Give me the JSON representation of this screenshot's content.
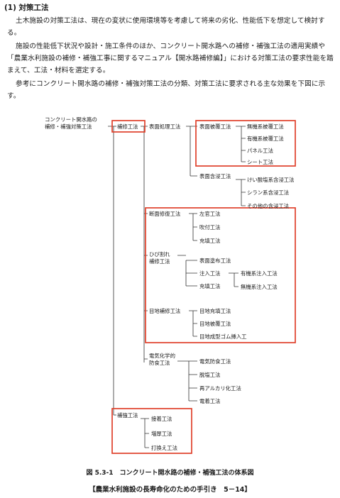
{
  "section": {
    "heading": "(1) 対策工法"
  },
  "paragraphs": [
    "土木施設の対策工法は、現在の変状に使用環境等を考慮して将来の劣化、性能低下を想定して検討する。",
    "施設の性能低下状況や設計・施工条件のほか、コンクリート開水路への補修・補強工法の適用実績や「農業水利施設の補修・補強工事に関するマニュアル【開水路補修編】」における対策工法の要求性能を踏まえて、工法・材料を選定する。",
    "参考にコンクリート開水路の補修・補強対策工法の分類、対策工法に要求される主な効果を下図に示す。"
  ],
  "diagram": {
    "root_line1": "コンクリート開水路の",
    "root_line2": "補修・補強対策工法",
    "repair": "補修工法",
    "surface_treatment": "表面処理工法",
    "surface_coating": "表面被覆工法",
    "coating_items": [
      "無機系被覆工法",
      "有機系被覆工法",
      "パネル工法",
      "シート工法"
    ],
    "surface_impregnation": "表面含浸工法",
    "impregnation_items": [
      "けい酸塩系含浸工法",
      "シラン系含浸工法",
      "その他の含浸工法"
    ],
    "section_repair": "断面修復工法",
    "section_items": [
      "左官工法",
      "吹付工法",
      "充填工法"
    ],
    "crack_line1": "ひび割れ",
    "crack_line2": "補修工法",
    "crack_items": [
      "表面塗布工法",
      "注入工法",
      "充填工法"
    ],
    "injection_items": [
      "有機系注入工法",
      "無機系注入工法"
    ],
    "joint_repair": "目地補修工法",
    "joint_items": [
      "目地充填工法",
      "目地被覆工法",
      "目地成型ゴム挿入工"
    ],
    "electro_line1": "電気化学的",
    "electro_line2": "防食工法",
    "electro_items": [
      "電気防食工法",
      "脱塩工法",
      "再アルカリ化工法",
      "電着工法"
    ],
    "reinforce": "補強工法",
    "reinforce_items": [
      "接着工法",
      "増厚工法",
      "打換え工法"
    ]
  },
  "figure": {
    "caption": "図 5.3-1　コンクリート開水路の補修・補強工法の体系図"
  },
  "source": "【農業水利施設の長寿命化のための手引き　5－14】",
  "colors": {
    "highlight": "#e0402a",
    "text": "#1a1a1a",
    "line": "#333333"
  }
}
